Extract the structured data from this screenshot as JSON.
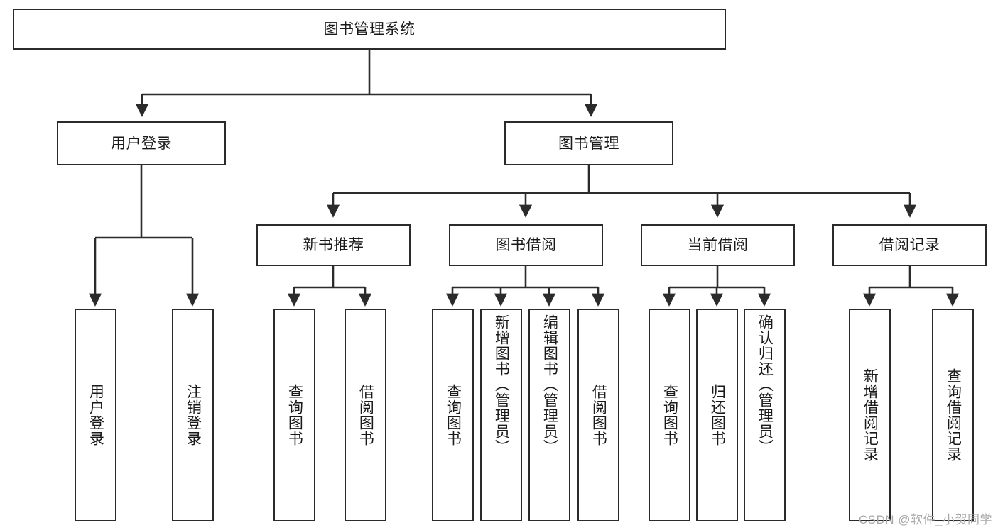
{
  "diagram": {
    "type": "tree-hierarchy",
    "title": "图书管理系统",
    "root": {
      "label": "图书管理系统"
    },
    "level2": [
      {
        "id": "user-login",
        "label": "用户登录"
      },
      {
        "id": "book-management",
        "label": "图书管理"
      }
    ],
    "level3": [
      {
        "id": "new-book-recommend",
        "label": "新书推荐",
        "parent": "book-management"
      },
      {
        "id": "book-borrow",
        "label": "图书借阅",
        "parent": "book-management"
      },
      {
        "id": "current-borrow",
        "label": "当前借阅",
        "parent": "book-management"
      },
      {
        "id": "borrow-record",
        "label": "借阅记录",
        "parent": "book-management"
      }
    ],
    "leaves": {
      "user-login": [
        {
          "id": "leaf-user-login",
          "label": "用户登录"
        },
        {
          "id": "leaf-logout",
          "label": "注销登录"
        }
      ],
      "new-book-recommend": [
        {
          "id": "leaf-query-book-1",
          "label": "查询图书"
        },
        {
          "id": "leaf-borrow-book-1",
          "label": "借阅图书"
        }
      ],
      "book-borrow": [
        {
          "id": "leaf-query-book-2",
          "label": "查询图书"
        },
        {
          "id": "leaf-add-book",
          "label": "新增图书（管理员）"
        },
        {
          "id": "leaf-edit-book",
          "label": "编辑图书（管理员）"
        },
        {
          "id": "leaf-borrow-book-2",
          "label": "借阅图书"
        }
      ],
      "current-borrow": [
        {
          "id": "leaf-query-book-3",
          "label": "查询图书"
        },
        {
          "id": "leaf-return-book",
          "label": "归还图书"
        },
        {
          "id": "leaf-confirm-return",
          "label": "确认归还（管理员）"
        }
      ],
      "borrow-record": [
        {
          "id": "leaf-add-record",
          "label": "新增借阅记录"
        },
        {
          "id": "leaf-query-record",
          "label": "查询借阅记录"
        }
      ]
    },
    "colors": {
      "stroke": "#2b2b2b",
      "fill": "#ffffff",
      "text": "#1a1a1a",
      "watermark": "#a8a8a8"
    }
  },
  "watermark": {
    "text": "CSDN @软件_小贺同学"
  }
}
